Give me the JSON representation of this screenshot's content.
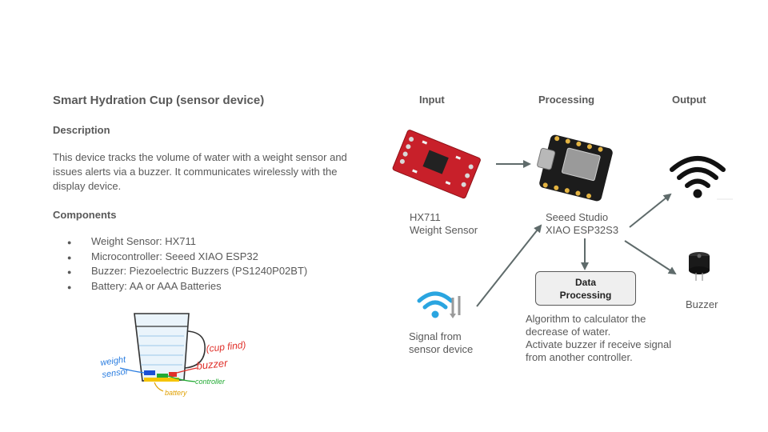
{
  "title": "Smart Hydration Cup (sensor device)",
  "description": {
    "heading": "Description",
    "lines": [
      "This device tracks the volume of water with a weight sensor and",
      "issues alerts via a buzzer. It communicates wirelessly with the",
      "display device."
    ]
  },
  "components": {
    "heading": "Components",
    "items": [
      "Weight Sensor: HX711",
      "Microcontroller: Seeed XIAO ESP32",
      "Buzzer: Piezoelectric Buzzers (PS1240P02BT)",
      "Battery: AA or AAA Batteries"
    ]
  },
  "sketch": {
    "labels": [
      "weight",
      "sensor",
      "(cup find)",
      "buzzer",
      "controller",
      "battery"
    ]
  },
  "diagram": {
    "columns": [
      "Input",
      "Processing",
      "Output"
    ],
    "hx711_label": [
      "HX711",
      "Weight Sensor"
    ],
    "esp_label": [
      "Seeed Studio",
      "XIAO ESP32S3"
    ],
    "signal_label": [
      "Signal from",
      "sensor device"
    ],
    "data_processing": [
      "Data",
      "Processing"
    ],
    "algorithm_text": [
      "Algorithm to calculator the",
      "decrease of water.",
      "Activate buzzer if receive signal",
      "from another controller."
    ],
    "buzzer_label": "Buzzer"
  },
  "colors": {
    "text": "#595959",
    "arrow": "#5f6b6b",
    "board_red": "#c8202a",
    "wifi_blue": "#2aa5e0",
    "box_fill": "#efefef"
  }
}
